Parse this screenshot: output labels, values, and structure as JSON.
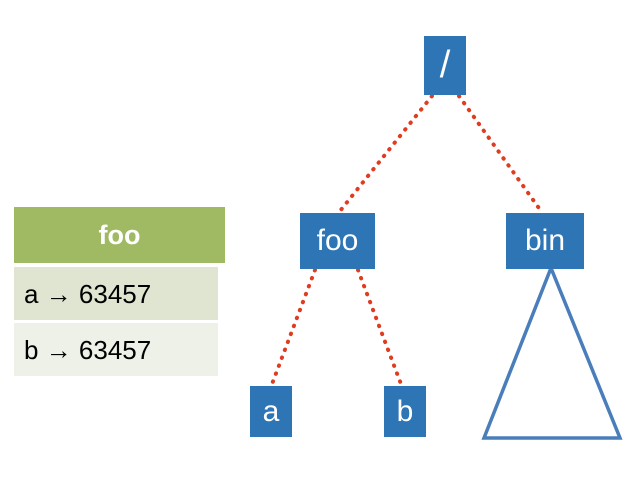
{
  "diagram": {
    "title": "filesystem-hard-link-diagram",
    "colors": {
      "node_fill": "#2E75B6",
      "node_text": "#FFFFFF",
      "edge_dotted": "#E03C20",
      "triangle_stroke": "#4A7EBB",
      "table_header_bg": "#9FBA62",
      "table_header_text": "#FFFFFF",
      "table_row_a_bg": "#DFE5D0",
      "table_row_b_bg": "#EEF1E8",
      "table_row_text": "#000000",
      "background": "#FFFFFF"
    },
    "tree": {
      "nodes": [
        {
          "id": "root",
          "label": "/"
        },
        {
          "id": "foo",
          "label": "foo"
        },
        {
          "id": "bin",
          "label": "bin"
        },
        {
          "id": "a",
          "label": "a"
        },
        {
          "id": "b",
          "label": "b"
        }
      ],
      "edges": [
        {
          "from": "root",
          "to": "foo",
          "style": "dotted"
        },
        {
          "from": "root",
          "to": "bin",
          "style": "dotted"
        },
        {
          "from": "foo",
          "to": "a",
          "style": "dotted"
        },
        {
          "from": "foo",
          "to": "b",
          "style": "dotted"
        }
      ],
      "subtree_placeholder": {
        "under": "bin",
        "shape": "triangle"
      }
    }
  },
  "table": {
    "header": "foo",
    "rows": [
      {
        "key": "a",
        "arrow": "→",
        "value": "63457",
        "text": "a → 63457"
      },
      {
        "key": "b",
        "arrow": "→",
        "value": "63457",
        "text": "b → 63457"
      }
    ]
  }
}
